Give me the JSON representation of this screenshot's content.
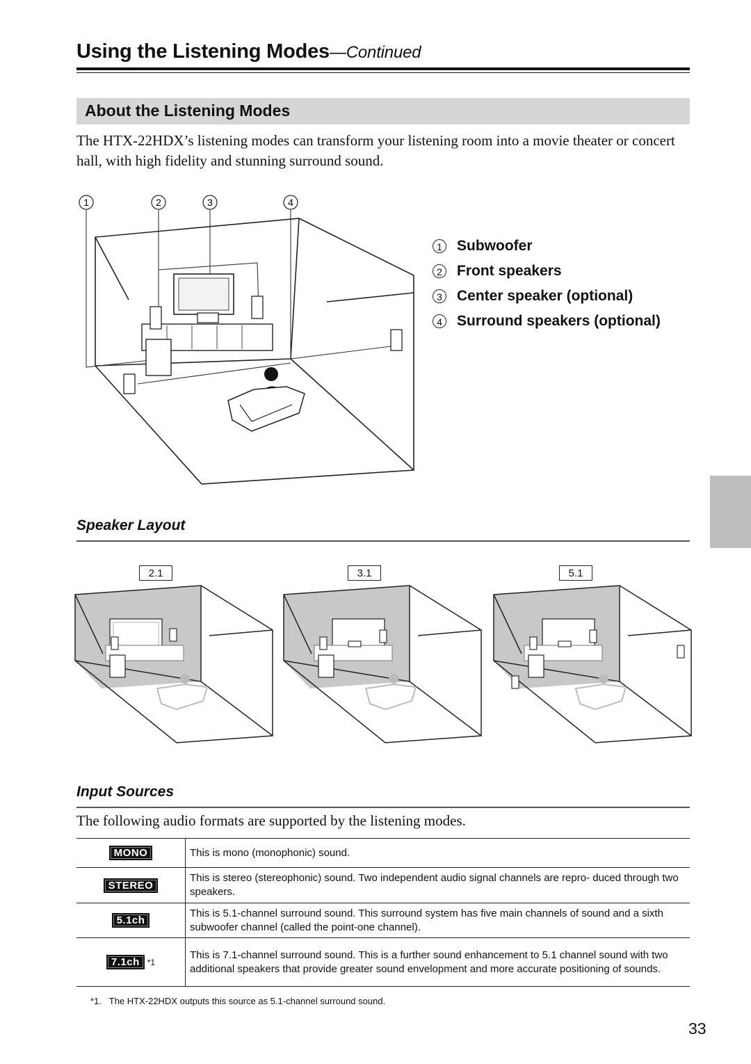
{
  "header": {
    "title": "Using the Listening Modes",
    "continued": "—Continued"
  },
  "section": {
    "title": "About the Listening Modes",
    "intro": "The HTX-22HDX’s listening modes can transform your listening room into a movie theater or concert hall, with high fidelity and stunning surround sound."
  },
  "diagram": {
    "callout_numbers": [
      "1",
      "2",
      "3",
      "4"
    ],
    "legend": [
      {
        "num": "1",
        "label": "Subwoofer"
      },
      {
        "num": "2",
        "label": "Front speakers"
      },
      {
        "num": "3",
        "label": "Center speaker (optional)"
      },
      {
        "num": "4",
        "label": "Surround speakers (optional)"
      }
    ]
  },
  "speaker_layout": {
    "heading": "Speaker Layout",
    "configs": [
      "2.1",
      "3.1",
      "5.1"
    ]
  },
  "input_sources": {
    "heading": "Input Sources",
    "intro": "The following audio formats are supported by the listening modes.",
    "formats": [
      {
        "badge": "MONO",
        "note": "",
        "description": "This is mono (monophonic) sound."
      },
      {
        "badge": "STEREO",
        "note": "",
        "description": "This is stereo (stereophonic) sound. Two independent audio signal channels are repro- duced through two speakers."
      },
      {
        "badge": "5.1ch",
        "note": "",
        "description": "This is 5.1-channel surround sound. This surround system has five main channels of sound and a sixth subwoofer channel (called the point-one channel)."
      },
      {
        "badge": "7.1ch",
        "note": "*1",
        "description": "This is 7.1-channel surround sound. This is a further sound enhancement to 5.1 channel sound with two additional speakers that provide greater sound envelopment and more accurate positioning of sounds."
      }
    ],
    "footnote_marker": "*1.",
    "footnote": "The HTX-22HDX outputs this source as 5.1-channel surround sound."
  },
  "page_number": "33"
}
